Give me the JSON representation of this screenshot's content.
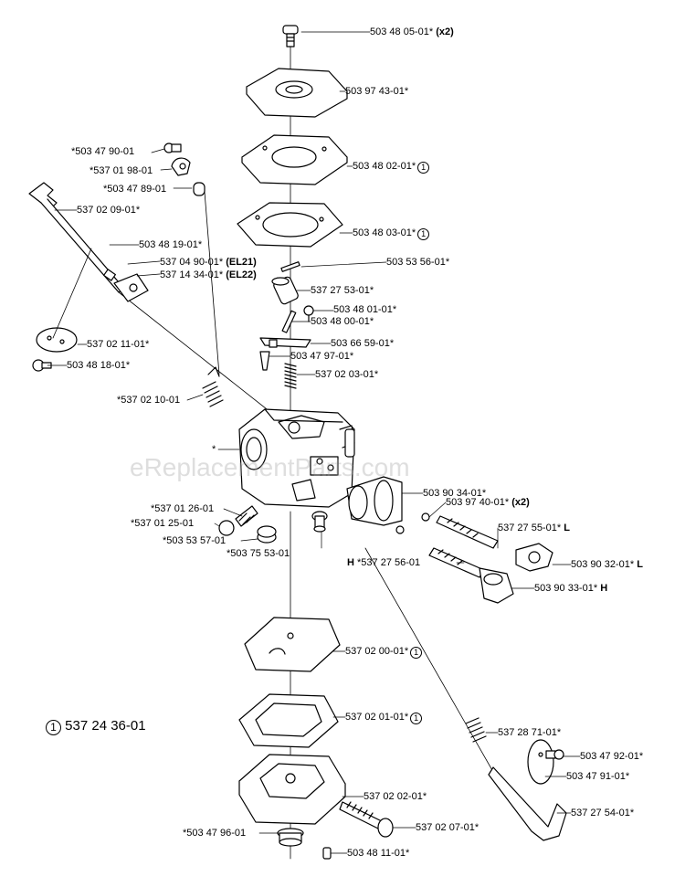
{
  "watermark": "eReplacementParts.com",
  "kit": {
    "number": "1",
    "part": "537 24 36-01"
  },
  "labels": {
    "l1": {
      "part": "503 48 05-01*",
      "note": "(x2)"
    },
    "l2": {
      "part": "503 97 43-01*"
    },
    "l3": {
      "part": "*503 47 90-01"
    },
    "l4": {
      "part": "503 48 02-01*",
      "circle": "1"
    },
    "l5": {
      "part": "*537 01 98-01"
    },
    "l6": {
      "part": "*503 47 89-01"
    },
    "l7": {
      "part": "537 02 09-01*"
    },
    "l8": {
      "part": "503 48 03-01*",
      "circle": "1"
    },
    "l9": {
      "part": "503 48 19-01*"
    },
    "l10": {
      "part": "537 04 90-01*",
      "note": "(EL21)"
    },
    "l11": {
      "part": "503 53 56-01*"
    },
    "l12": {
      "part": "537 14 34-01*",
      "note": "(EL22)"
    },
    "l13": {
      "part": "537 27 53-01*"
    },
    "l14": {
      "part": "503 48 01-01*"
    },
    "l15": {
      "part": "503 48 00-01*"
    },
    "l16": {
      "part": "537 02 11-01*"
    },
    "l17": {
      "part": "503 66 59-01*"
    },
    "l18": {
      "part": "503 47 97-01*"
    },
    "l19": {
      "part": "503 48 18-01*"
    },
    "l20": {
      "part": "537 02 03-01*"
    },
    "l21": {
      "part": "*537 02 10-01"
    },
    "l22": {
      "part": "*"
    },
    "l23": {
      "part": "503 90 34-01*"
    },
    "l24": {
      "part": "*537 01 26-01"
    },
    "l25": {
      "part": "503 97 40-01*",
      "note": "(x2)"
    },
    "l26": {
      "part": "*537 01 25-01"
    },
    "l27": {
      "part": "537 27 55-01*",
      "note": "L"
    },
    "l28": {
      "part": "*503 53 57-01"
    },
    "l29": {
      "part": "*503 75 53-01"
    },
    "l30": {
      "part": "503 90 32-01*",
      "note": "L"
    },
    "l31": {
      "prefix": "H",
      "part": "*537 27 56-01"
    },
    "l32": {
      "part": "503 90 33-01*",
      "note": "H"
    },
    "l33": {
      "part": "537 02 00-01*",
      "circle": "1"
    },
    "l34": {
      "part": "537 02 01-01*",
      "circle": "1"
    },
    "l35": {
      "part": "537 28 71-01*"
    },
    "l36": {
      "part": "503 47 92-01*"
    },
    "l37": {
      "part": "503 47 91-01*"
    },
    "l38": {
      "part": "537 02 02-01*"
    },
    "l39": {
      "part": "537 27 54-01*"
    },
    "l40": {
      "part": "537 02 07-01*"
    },
    "l41": {
      "part": "*503 47 96-01"
    },
    "l42": {
      "part": "503 48 11-01*"
    }
  }
}
